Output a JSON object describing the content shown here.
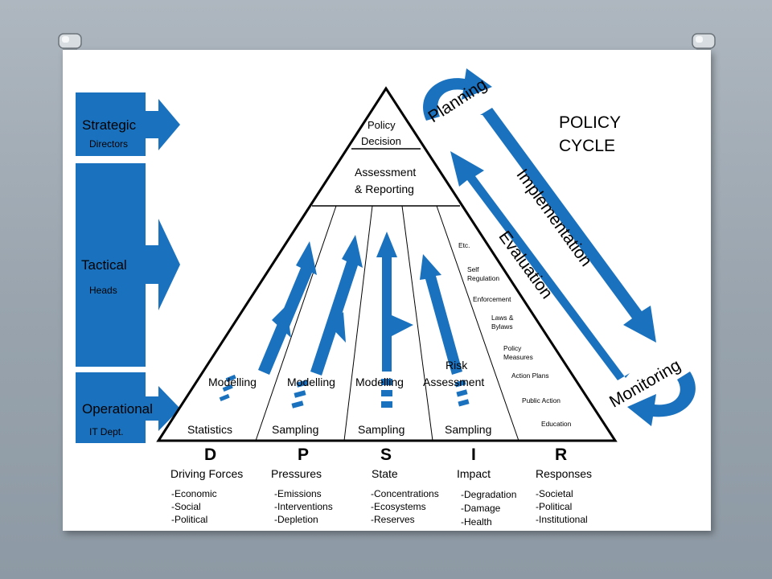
{
  "levels": [
    {
      "title": "Strategic",
      "sub": "Directors"
    },
    {
      "title": "Tactical",
      "sub": "Heads"
    },
    {
      "title": "Operational",
      "sub": "IT Dept."
    }
  ],
  "pyramid": {
    "top": [
      "Policy",
      "Decision"
    ],
    "middle": [
      "Assessment",
      "& Reporting"
    ],
    "column_labels": [
      "Modelling",
      "Modelling",
      "Modelling",
      "Risk",
      "Assessment"
    ],
    "base": [
      "Statistics",
      "Sampling",
      "Sampling",
      "Sampling"
    ],
    "responses": [
      "Etc.",
      "Self",
      "Regulation",
      "Enforcement",
      "Laws &",
      "Bylaws",
      "Policy",
      "Measures",
      "Action Plans",
      "Public Action",
      "Education"
    ]
  },
  "dpsir": [
    {
      "letter": "D",
      "name": "Driving Forces",
      "items": [
        "-Economic",
        "-Social",
        "-Political"
      ]
    },
    {
      "letter": "P",
      "name": "Pressures",
      "items": [
        "-Emissions",
        "-Interventions",
        "-Depletion"
      ]
    },
    {
      "letter": "S",
      "name": "State",
      "items": [
        "-Concentrations",
        "-Ecosystems",
        "-Reserves"
      ]
    },
    {
      "letter": "I",
      "name": "Impact",
      "items": [
        "-Degradation",
        "-Damage",
        "-Health"
      ]
    },
    {
      "letter": "R",
      "name": "Responses",
      "items": [
        "-Societal",
        "-Political",
        "-Institutional"
      ]
    }
  ],
  "cycle": {
    "title": [
      "POLICY",
      "CYCLE"
    ],
    "planning": "Planning",
    "implementation": "Implementation",
    "evaluation": "Evaluation",
    "monitoring": "Monitoring"
  },
  "colors": {
    "accent": "#1a72bf",
    "background": "#9aa5af",
    "board": "#ffffff"
  }
}
